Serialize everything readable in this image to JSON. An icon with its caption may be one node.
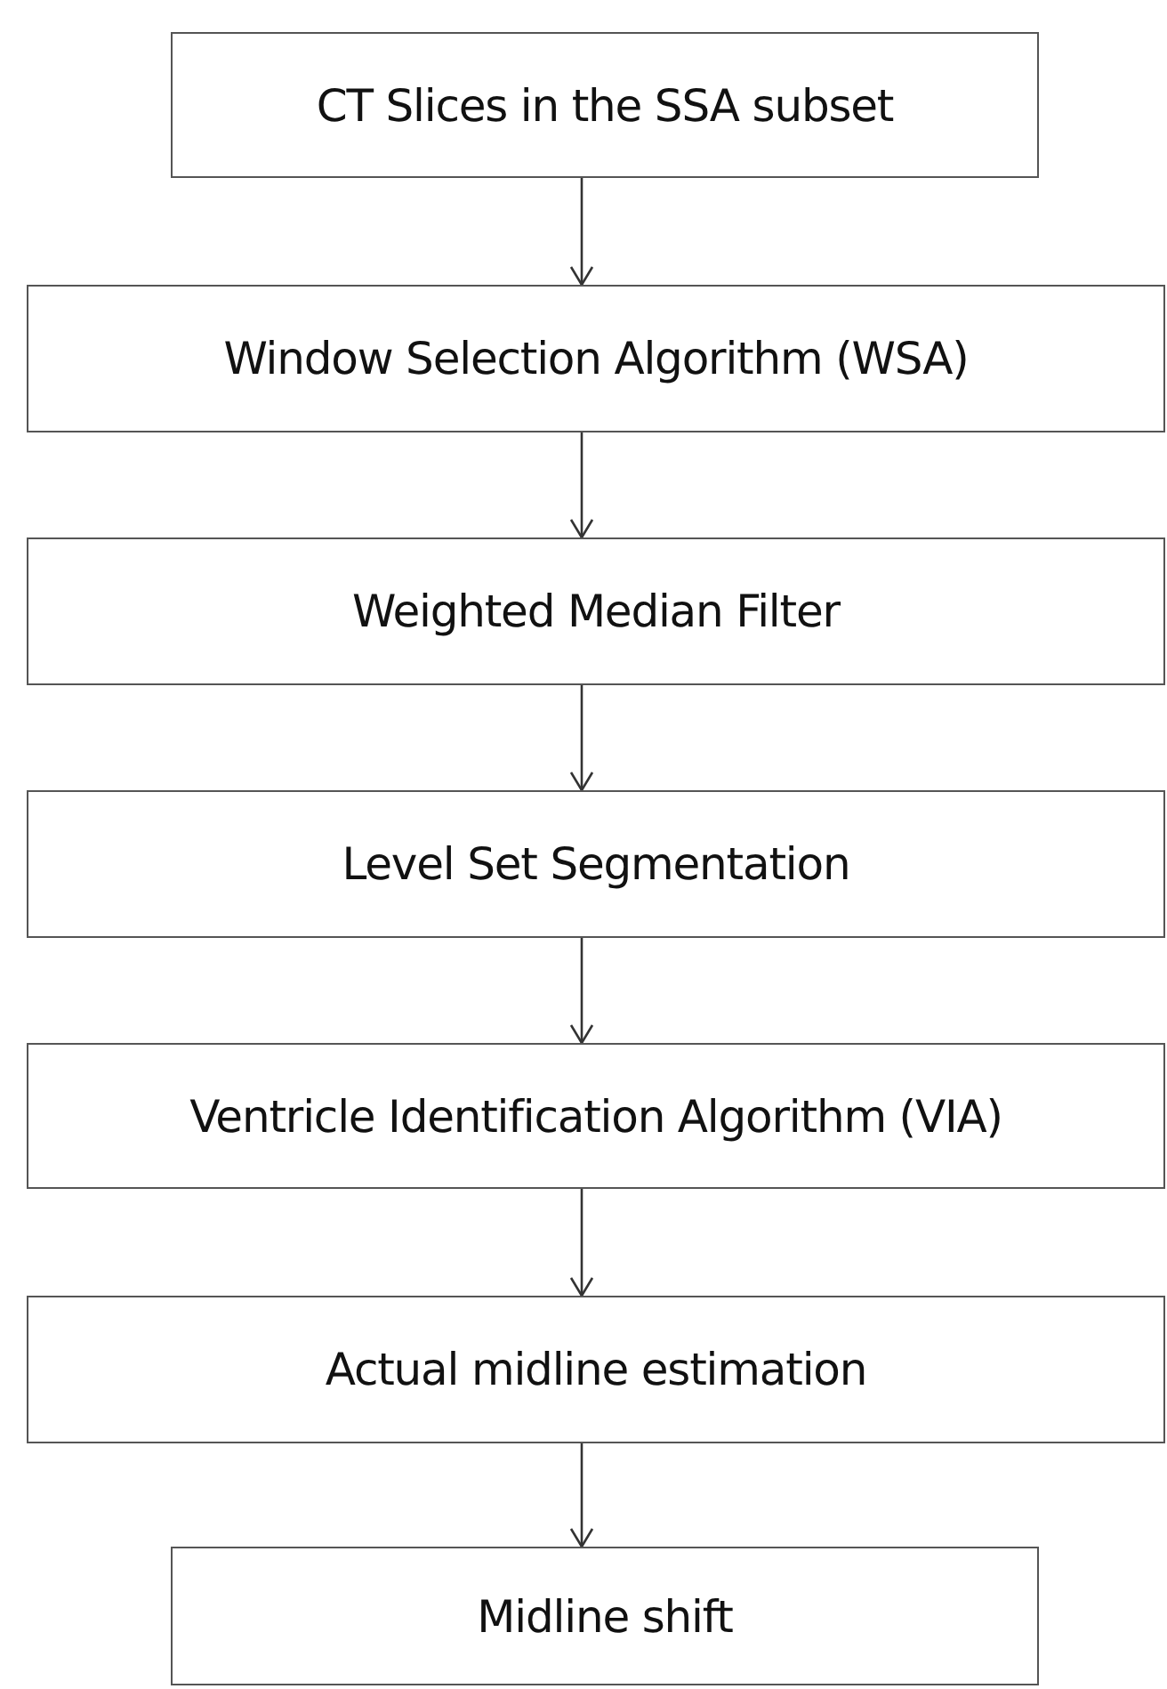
{
  "diagram": {
    "nodes": [
      {
        "text": [
          "CT Slices in the SSA subset"
        ]
      },
      {
        "text": [
          "Window Selection Algorithm (WSA)"
        ]
      },
      {
        "text": [
          "Weighted Median Filter"
        ]
      },
      {
        "text": [
          "Level Set Segmentation"
        ]
      },
      {
        "text": [
          "Ventricle Identification Algorithm (VIA)"
        ]
      },
      {
        "text": [
          "Actual midline estimation"
        ]
      },
      {
        "text": [
          "Midline shift"
        ]
      }
    ],
    "edges": [
      {
        "from": 0,
        "to": 1,
        "arrow": "to"
      },
      {
        "from": 1,
        "to": 2,
        "arrow": "to"
      },
      {
        "from": 2,
        "to": 3,
        "arrow": "to"
      },
      {
        "from": 3,
        "to": 4,
        "arrow": "to"
      },
      {
        "from": 4,
        "to": 5,
        "arrow": "to"
      },
      {
        "from": 5,
        "to": 6,
        "arrow": "to"
      }
    ]
  }
}
